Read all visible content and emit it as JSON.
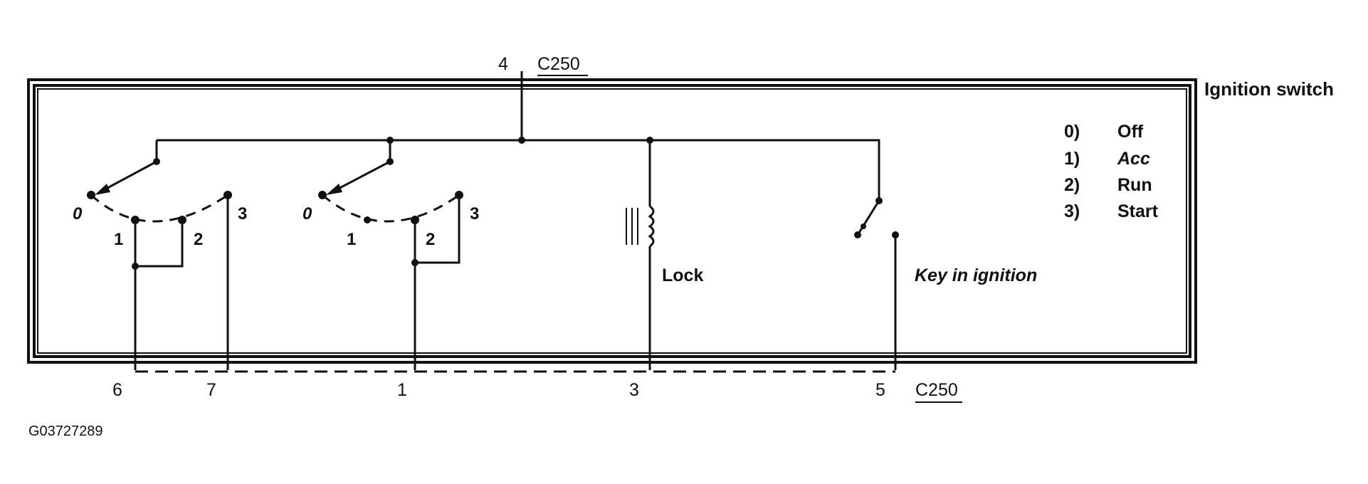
{
  "title": "Ignition switch",
  "connector_top": {
    "pin": "4",
    "name": "C250"
  },
  "connector_bottom": {
    "name": "C250"
  },
  "bottom_pins": [
    "6",
    "7",
    "1",
    "3",
    "5"
  ],
  "switch_a_positions": [
    "0",
    "1",
    "2",
    "3"
  ],
  "switch_b_positions": [
    "0",
    "1",
    "2",
    "3"
  ],
  "lock_label": "Lock",
  "key_label": "Key in ignition",
  "legend": [
    {
      "num": "0)",
      "label": "Off"
    },
    {
      "num": "1)",
      "label": "Acc"
    },
    {
      "num": "2)",
      "label": "Run"
    },
    {
      "num": "3)",
      "label": "Start"
    }
  ],
  "figure_id": "G03727289"
}
